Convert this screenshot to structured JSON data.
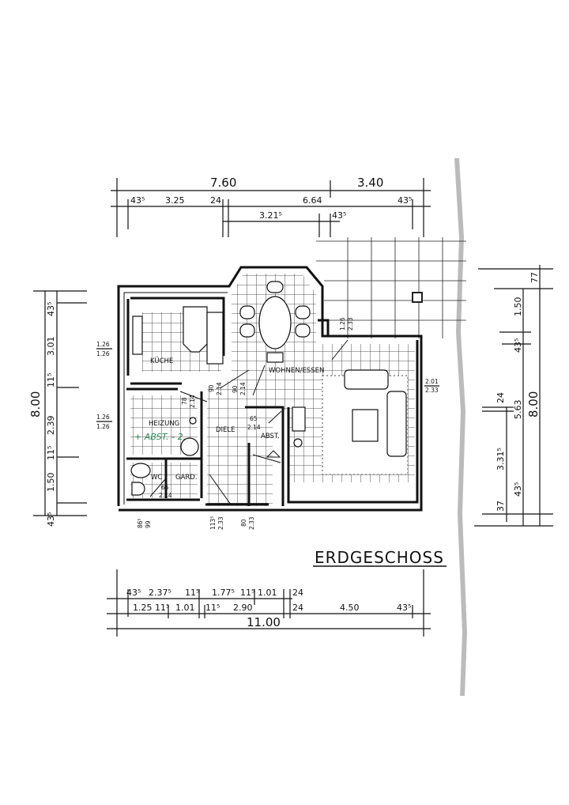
{
  "title": "ERDGESCHOSS",
  "dimensions": {
    "top": {
      "overall": [
        "7.60",
        "3.40"
      ],
      "row2": [
        "43⁵",
        "3.25",
        "24",
        "6.64",
        "43⁵"
      ],
      "row3": [
        "3.21⁵",
        "43⁵"
      ]
    },
    "left": {
      "overall": "8.00",
      "chain": [
        "43⁵",
        "3.01",
        "11⁵",
        "2.39",
        "11⁵",
        "1.50",
        "43⁵"
      ]
    },
    "right": {
      "outer": [
        "77",
        "8.00"
      ],
      "middle": [
        "1.50",
        "43⁵",
        "5.63",
        "43⁵"
      ],
      "inner": [
        "24",
        "3.31⁵",
        "37"
      ]
    },
    "bottom": {
      "row1": [
        "43⁵",
        "2.37⁵",
        "11⁵",
        "1.77⁵",
        "11⁵",
        "1.01",
        "24"
      ],
      "row2": [
        "1.25",
        "11⁵",
        "1.01",
        "11⁵",
        "2.90",
        "24",
        "4.50",
        "43⁵"
      ],
      "overall": "11.00"
    }
  },
  "rooms": {
    "kueche": "KÜCHE",
    "heizung": "HEIZUNG",
    "handwritten_note": "+ ABST. - 2.",
    "wc": "WC",
    "gard": "GARD.",
    "diele": "DIELE",
    "abst": "ABST.",
    "wohnen": "WOHNEN/ESSEN"
  },
  "openings": {
    "kitchen_window": [
      "1.26",
      "1.26"
    ],
    "heizung_window": [
      "1.26",
      "1.26"
    ],
    "heizung_door": [
      "78",
      "2.14"
    ],
    "kitchen_door": [
      "90",
      "2.14"
    ],
    "living_door": [
      "90",
      "2.14"
    ],
    "abst_door": [
      "65",
      "2.14"
    ],
    "wc_door": [
      "65",
      "2.14"
    ],
    "terrace_door": [
      "1.26",
      "2.33"
    ],
    "living_window": [
      "2.01",
      "2.33"
    ],
    "wc_window": [
      "86⁵",
      "99"
    ],
    "entrance": [
      "113⁵",
      "2.33"
    ],
    "side_door": [
      "80",
      "2.33"
    ]
  },
  "colors": {
    "ink": "#111111",
    "handwriting": "#2e8b57",
    "page_edge": "#bdbdbd"
  }
}
